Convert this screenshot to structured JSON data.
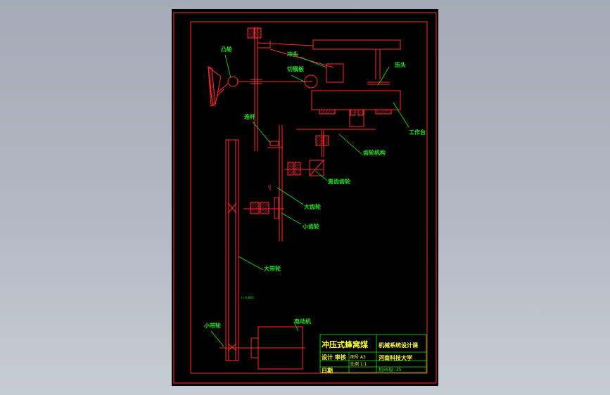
{
  "labels": {
    "cam": "凸轮",
    "punch_head": "冲头",
    "feed_mech": "切展板",
    "press_head": "压头",
    "worktable": "工作台",
    "linkage": "连杆",
    "gear_mech": "齿轮机构",
    "straight_gear": "直齿齿轮",
    "big_gear": "大齿轮",
    "small_gear": "小齿轮",
    "big_pulley": "大带轮",
    "small_pulley": "小带轮",
    "motor": "电动机",
    "mark_i": "I",
    "mark_dim": "I=4.885"
  },
  "title_block": {
    "title": "冲压式蜂窝煤",
    "course": "机械系统设计课",
    "drawing_no": "图号  A3",
    "row2_left": "设计 审核",
    "row2_mid": "比例 1:1",
    "school": "河南科技大学",
    "row3_left": "日期",
    "code": "机05级-35"
  },
  "colors": {
    "frame": "#ff2a2a",
    "leader": "#19e619",
    "title_text": "#ffff33",
    "background": "#000000"
  }
}
